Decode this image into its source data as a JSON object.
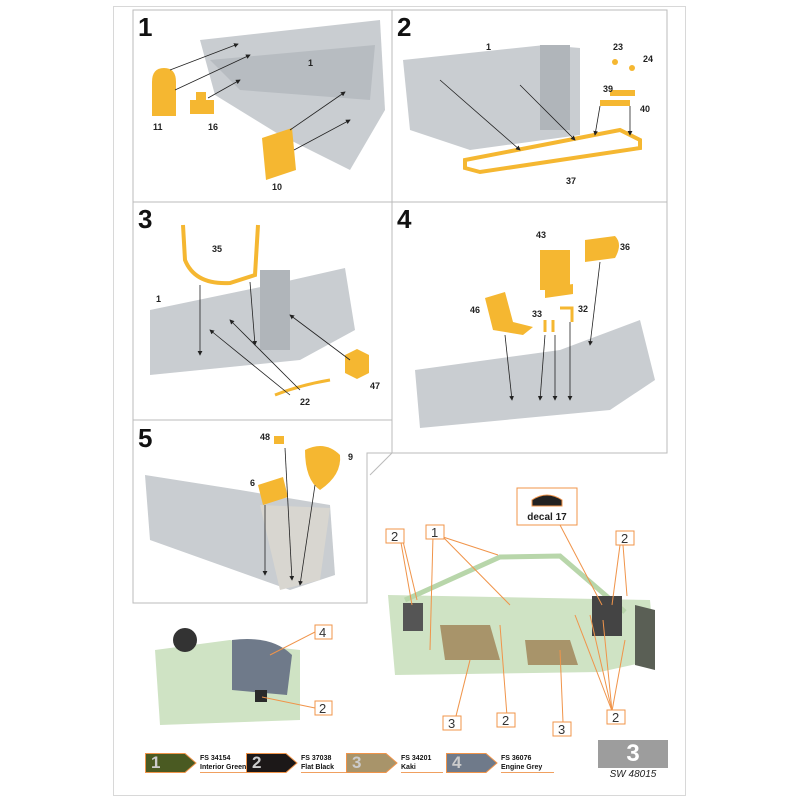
{
  "steps": [
    {
      "number": "1",
      "parts": [
        "1",
        "11",
        "16",
        "10"
      ]
    },
    {
      "number": "2",
      "parts": [
        "1",
        "23",
        "24",
        "39",
        "40",
        "37"
      ]
    },
    {
      "number": "3",
      "parts": [
        "35",
        "1",
        "22",
        "47"
      ]
    },
    {
      "number": "4",
      "parts": [
        "43",
        "36",
        "46",
        "33",
        "32"
      ]
    },
    {
      "number": "5",
      "parts": [
        "48",
        "9",
        "6"
      ]
    }
  ],
  "detail_views": {
    "decal_label": "decal 17",
    "callouts_right": [
      "2",
      "1",
      "2",
      "3",
      "2",
      "3",
      "2"
    ],
    "callouts_left": [
      "4",
      "2"
    ]
  },
  "legend": [
    {
      "num": "1",
      "code": "FS 34154",
      "name": "Interior Green",
      "color": "#4a5a22"
    },
    {
      "num": "2",
      "code": "FS 37038",
      "name": "Flat Black",
      "color": "#1c1818"
    },
    {
      "num": "3",
      "code": "FS 34201",
      "name": "Kaki",
      "color": "#a8946a"
    },
    {
      "num": "4",
      "code": "FS 36076",
      "name": "Engine Grey",
      "color": "#6f7a8a"
    }
  ],
  "footer": {
    "page_number": "3",
    "product_code": "SW 48015"
  },
  "colors": {
    "part_yellow": "#f5b731",
    "fuselage_grey": "#c9cdd1",
    "interior_green": "#cfe3c4",
    "callout_orange": "#f0944a"
  }
}
